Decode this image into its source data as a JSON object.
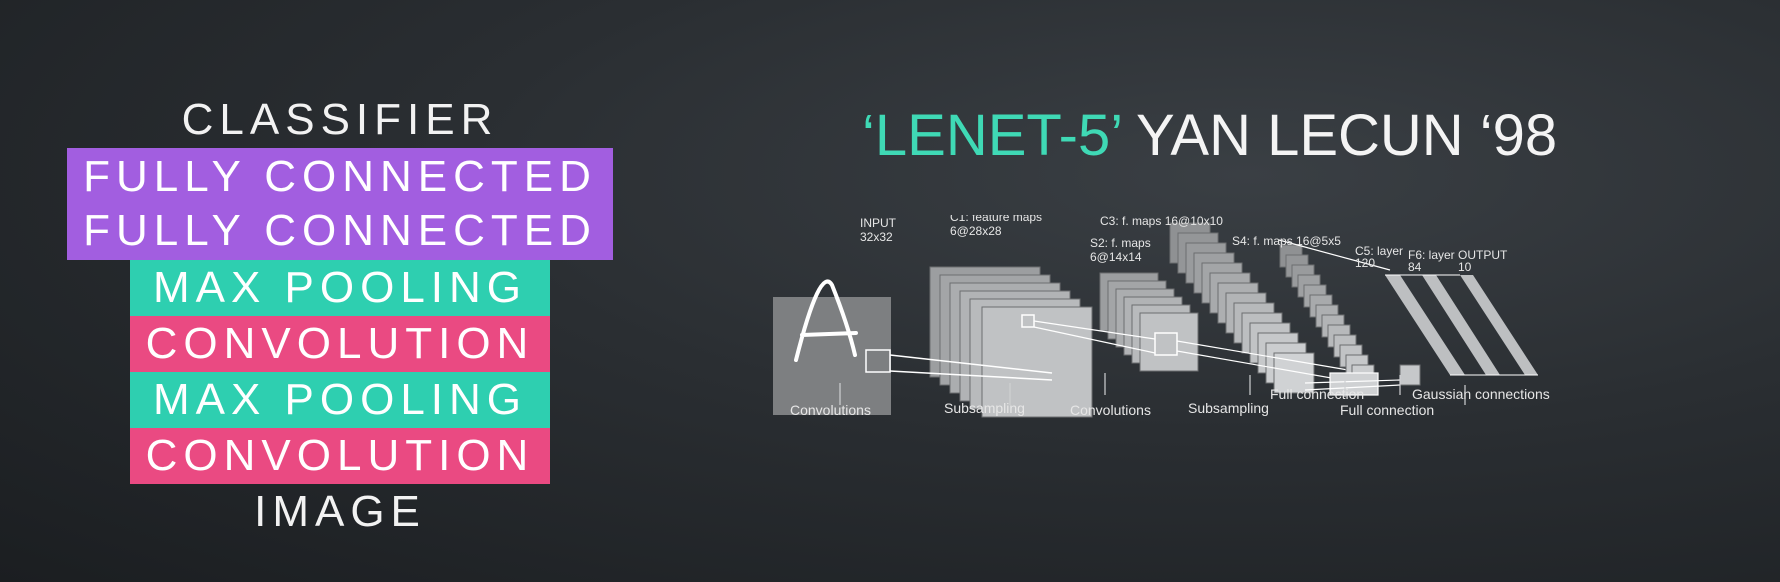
{
  "colors": {
    "fully_connected": "#a25ee0",
    "max_pooling": "#2ecfb0",
    "convolution": "#ea4a82",
    "title_accent": "#3fd9b5"
  },
  "stack": {
    "classifier": "CLASSIFIER",
    "fully_connected_1": "FULLY CONNECTED",
    "fully_connected_2": "FULLY CONNECTED",
    "max_pooling_1": "MAX POOLING",
    "convolution_1": "CONVOLUTION",
    "max_pooling_2": "MAX POOLING",
    "convolution_2": "CONVOLUTION",
    "image": "IMAGE"
  },
  "title": {
    "highlight": "‘LENET-5’",
    "rest": " YAN LECUN ‘98"
  },
  "diagram": {
    "input_title": "INPUT",
    "input_size": "32x32",
    "c1_title": "C1: feature maps",
    "c1_size": "6@28x28",
    "s2_title": "S2: f. maps",
    "s2_size": "6@14x14",
    "c3_title": "C3: f. maps 16@10x10",
    "s4_title": "S4: f. maps 16@5x5",
    "c5_title": "C5: layer",
    "c5_size": "120",
    "f6_title": "F6: layer",
    "f6_size": "84",
    "output_title": "OUTPUT",
    "output_size": "10",
    "op_convolutions_1": "Convolutions",
    "op_subsampling_1": "Subsampling",
    "op_convolutions_2": "Convolutions",
    "op_subsampling_2": "Subsampling",
    "op_full_connection_1": "Full connection",
    "op_full_connection_2": "Full connection",
    "op_gaussian": "Gaussian connections"
  }
}
